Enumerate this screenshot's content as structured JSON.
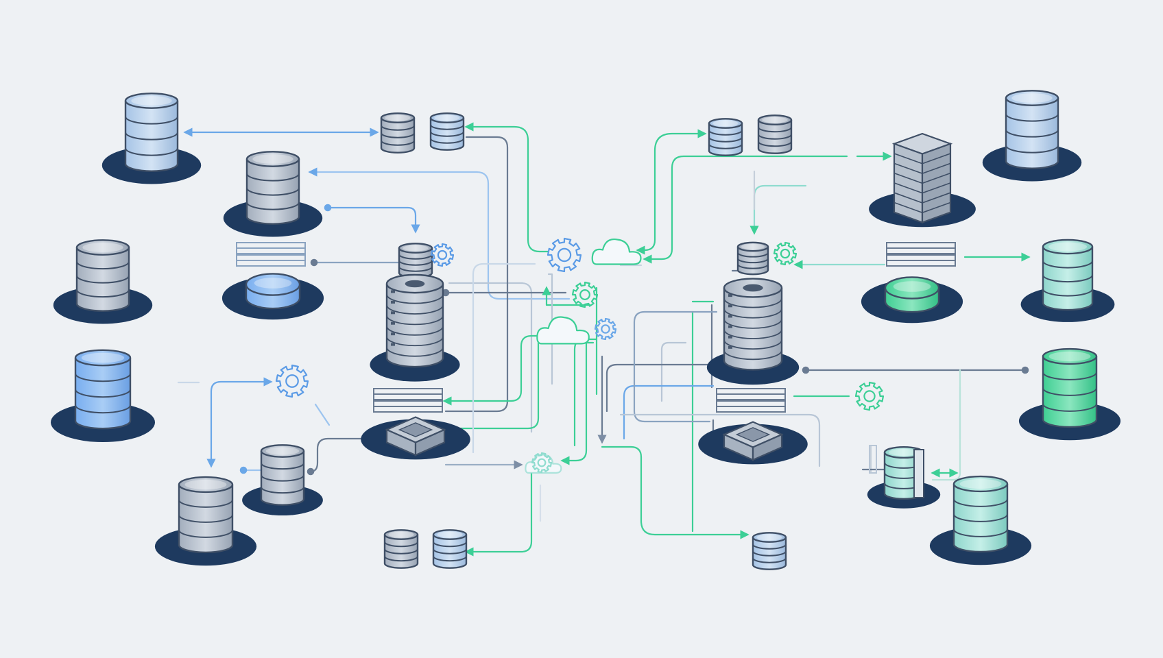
{
  "palette": {
    "background": "#eef1f4",
    "base_shadow": "#1e3a5f",
    "blue": "#5b9be6",
    "blue_light": "#9cc4ef",
    "gray": "#b4bfcc",
    "gray_dark": "#4a5a70",
    "green": "#34d399",
    "teal": "#8fdccf",
    "line_blue": "#6aa7e8",
    "line_green": "#3ccf96",
    "line_gray": "#7d8ea5",
    "outline": "#3f4f66"
  },
  "icons": {
    "database": "database-icon",
    "server": "server-rack-icon",
    "cloud": "cloud-icon",
    "gear": "gear-icon",
    "panel": "server-panel-icon",
    "hub": "network-switch-icon"
  },
  "nodes": [
    {
      "id": "db-top-left",
      "kind": "database",
      "color": "blue_light"
    },
    {
      "id": "db-left-2",
      "kind": "database",
      "color": "gray"
    },
    {
      "id": "db-left-3",
      "kind": "database",
      "color": "gray"
    },
    {
      "id": "disk-blue",
      "kind": "disk",
      "color": "blue"
    },
    {
      "id": "db-left-4",
      "kind": "database",
      "color": "blue"
    },
    {
      "id": "db-bottom-left",
      "kind": "database",
      "color": "gray"
    },
    {
      "id": "db-bottom-left-small",
      "kind": "database",
      "color": "gray"
    },
    {
      "id": "server-left",
      "kind": "server",
      "color": "gray"
    },
    {
      "id": "hub-left",
      "kind": "hub",
      "color": "gray"
    },
    {
      "id": "server-right",
      "kind": "server",
      "color": "gray"
    },
    {
      "id": "hub-right",
      "kind": "hub",
      "color": "gray"
    },
    {
      "id": "rack-right",
      "kind": "rack",
      "color": "gray"
    },
    {
      "id": "db-top-right",
      "kind": "database",
      "color": "blue_light"
    },
    {
      "id": "disk-green",
      "kind": "disk",
      "color": "green"
    },
    {
      "id": "db-right-teal",
      "kind": "database",
      "color": "teal"
    },
    {
      "id": "db-right-green",
      "kind": "database",
      "color": "green"
    },
    {
      "id": "db-right-small-green",
      "kind": "database",
      "color": "teal"
    },
    {
      "id": "db-bottom-right",
      "kind": "database",
      "color": "teal"
    }
  ]
}
